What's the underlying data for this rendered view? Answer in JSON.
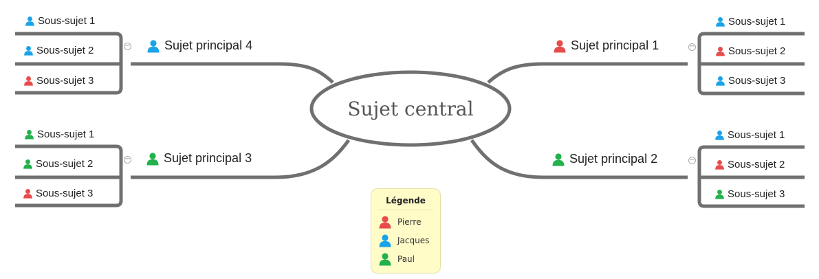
{
  "colors": {
    "pierre": "#e74c4c",
    "jacques": "#1aa3e8",
    "paul": "#22b14c",
    "branch": "#707070"
  },
  "central": {
    "label": "Sujet central"
  },
  "topics": [
    {
      "label": "Sujet principal  1",
      "person": "pierre",
      "subs": [
        {
          "label": "Sous-sujet  1",
          "person": "jacques"
        },
        {
          "label": "Sous-sujet  2",
          "person": "pierre"
        },
        {
          "label": "Sous-sujet  3",
          "person": "jacques"
        }
      ]
    },
    {
      "label": "Sujet principal  2",
      "person": "paul",
      "subs": [
        {
          "label": "Sous-sujet  1",
          "person": "jacques"
        },
        {
          "label": "Sous-sujet  2",
          "person": "pierre"
        },
        {
          "label": "Sous-sujet  3",
          "person": "paul"
        }
      ]
    },
    {
      "label": "Sujet principal  3",
      "person": "paul",
      "subs": [
        {
          "label": "Sous-sujet  1",
          "person": "paul"
        },
        {
          "label": "Sous-sujet  2",
          "person": "paul"
        },
        {
          "label": "Sous-sujet  3",
          "person": "pierre"
        }
      ]
    },
    {
      "label": "Sujet principal  4",
      "person": "jacques",
      "subs": [
        {
          "label": "Sous-sujet  1",
          "person": "jacques"
        },
        {
          "label": "Sous-sujet  2",
          "person": "jacques"
        },
        {
          "label": "Sous-sujet  3",
          "person": "pierre"
        }
      ]
    }
  ],
  "legend": {
    "title": "Légende",
    "items": [
      {
        "label": "Pierre",
        "person": "pierre"
      },
      {
        "label": "Jacques",
        "person": "jacques"
      },
      {
        "label": "Paul",
        "person": "paul"
      }
    ]
  }
}
